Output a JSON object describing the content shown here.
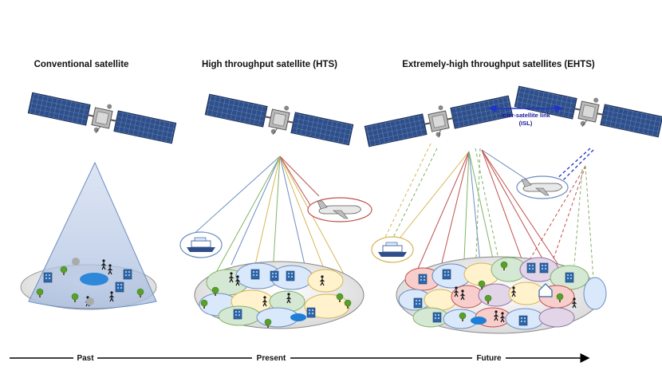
{
  "headings": {
    "conventional": "Conventional satellite",
    "hts": "High throughput satellite (HTS)",
    "ehts": "Extremely-high throughput satellites (EHTS)"
  },
  "isl": {
    "line1": "inter-satellite link",
    "line2": "(ISL)"
  },
  "timeline": {
    "past": "Past",
    "present": "Present",
    "future": "Future"
  },
  "colors": {
    "beam_blue": "#6c8ebf",
    "beam_green": "#82b366",
    "beam_yellow": "#d6b656",
    "beam_red": "#c0504d",
    "cell_blue": "#dae8fc",
    "cell_green": "#d5e8d4",
    "cell_yellow": "#fff2cc",
    "cell_red": "#f8cecc",
    "cell_purple": "#e1d5e7",
    "panel_blue": "#2e4f8a",
    "isl_arrow": "#1f33c8"
  }
}
